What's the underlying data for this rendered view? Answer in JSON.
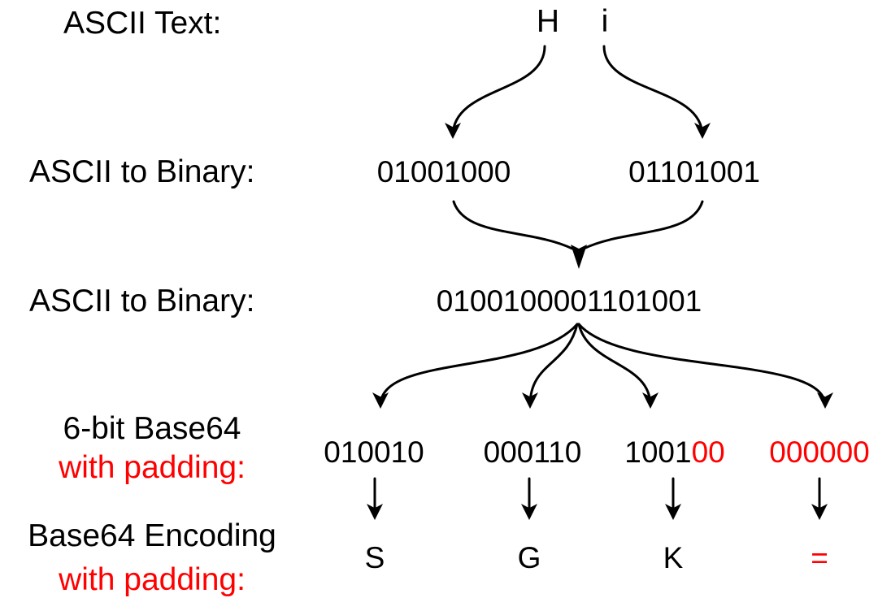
{
  "diagram": {
    "title_semantics": "Base64 encoding of ASCII text example",
    "colors": {
      "text": "#000000",
      "padding_highlight": "#fe0000"
    },
    "rows": {
      "ascii_text": {
        "label": "ASCII Text:",
        "chars": [
          "H",
          "i"
        ]
      },
      "ascii_binary": {
        "label": "ASCII to Binary:",
        "bytes": [
          "01001000",
          "01101001"
        ]
      },
      "combined_binary": {
        "label": "ASCII to Binary:",
        "bits": "0100100001101001"
      },
      "base64_bits": {
        "label_line1": "6-bit Base64",
        "label_line2": "with padding:",
        "groups": [
          {
            "bits": "010010",
            "padding_bits": ""
          },
          {
            "bits": "000110",
            "padding_bits": ""
          },
          {
            "bits": "1001",
            "padding_bits": "00"
          },
          {
            "bits": "",
            "padding_bits": "000000"
          }
        ]
      },
      "base64_chars": {
        "label_line1": "Base64 Encoding",
        "label_line2": "with padding:",
        "chars": [
          {
            "value": "S",
            "is_padding": false
          },
          {
            "value": "G",
            "is_padding": false
          },
          {
            "value": "K",
            "is_padding": false
          },
          {
            "value": "=",
            "is_padding": true
          }
        ]
      }
    }
  }
}
